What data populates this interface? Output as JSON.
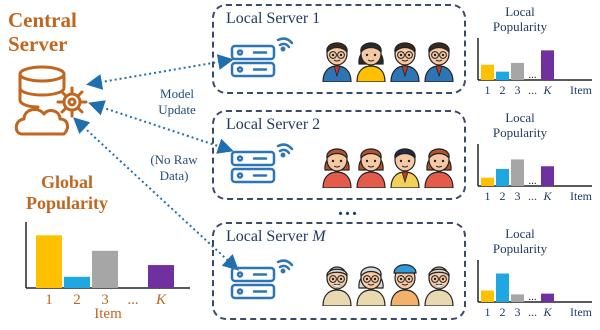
{
  "central": {
    "title_line1": "Central",
    "title_line2": "Server"
  },
  "links": {
    "label_line1": "Model",
    "label_line2": "Update",
    "label_line3": "(No Raw",
    "label_line4": "Data)"
  },
  "separator": "...",
  "global": {
    "title_line1": "Global",
    "title_line2": "Popularity",
    "ticks": [
      "1",
      "2",
      "3",
      "...",
      "K"
    ],
    "xlabel": "Item"
  },
  "servers": [
    {
      "label": "Local Server 1",
      "popularity_line1": "Local",
      "popularity_line2": "Popularity",
      "ticks": [
        "1",
        "2",
        "3",
        "...",
        "K"
      ],
      "xlabel": "Item",
      "people": [
        "boy-glasses",
        "girl",
        "boy-glasses",
        "boy-glasses"
      ]
    },
    {
      "label": "Local Server 2",
      "popularity_line1": "Local",
      "popularity_line2": "Popularity",
      "ticks": [
        "1",
        "2",
        "3",
        "...",
        "K"
      ],
      "xlabel": "Item",
      "people": [
        "woman",
        "woman",
        "man",
        "woman"
      ]
    },
    {
      "label": "Local Server M",
      "popularity_line1": "Local",
      "popularity_line2": "Popularity",
      "ticks": [
        "1",
        "2",
        "3",
        "...",
        "K"
      ],
      "xlabel": "Item",
      "people": [
        "old-man",
        "old-woman",
        "old-man-cap",
        "old-man"
      ]
    }
  ],
  "chart_data": [
    {
      "type": "bar",
      "title": "Global Popularity",
      "categories": [
        "1",
        "2",
        "3",
        "...",
        "K"
      ],
      "values": [
        0.85,
        0.18,
        0.6,
        0,
        0.37
      ],
      "colors": [
        "#ffc000",
        "#1ea7e1",
        "#a6a6a6",
        "#ffffff",
        "#7030a0"
      ],
      "xlabel": "Item"
    },
    {
      "type": "bar",
      "title": "Local Popularity",
      "categories": [
        "1",
        "2",
        "3",
        "...",
        "K"
      ],
      "values": [
        0.4,
        0.22,
        0.45,
        0.1,
        0.78
      ],
      "colors": [
        "#ffc000",
        "#1ea7e1",
        "#a6a6a6",
        "#222222",
        "#7030a0"
      ],
      "xlabel": "Item"
    },
    {
      "type": "bar",
      "title": "Local Popularity",
      "categories": [
        "1",
        "2",
        "3",
        "...",
        "K"
      ],
      "values": [
        0.22,
        0.45,
        0.7,
        0.1,
        0.52
      ],
      "colors": [
        "#ffc000",
        "#1ea7e1",
        "#a6a6a6",
        "#222222",
        "#7030a0"
      ],
      "xlabel": "Item"
    },
    {
      "type": "bar",
      "title": "Local Popularity",
      "categories": [
        "1",
        "2",
        "3",
        "...",
        "K"
      ],
      "values": [
        0.3,
        0.75,
        0.2,
        0.1,
        0.22
      ],
      "colors": [
        "#ffc000",
        "#1ea7e1",
        "#a6a6a6",
        "#222222",
        "#7030a0"
      ],
      "xlabel": "Item"
    }
  ]
}
